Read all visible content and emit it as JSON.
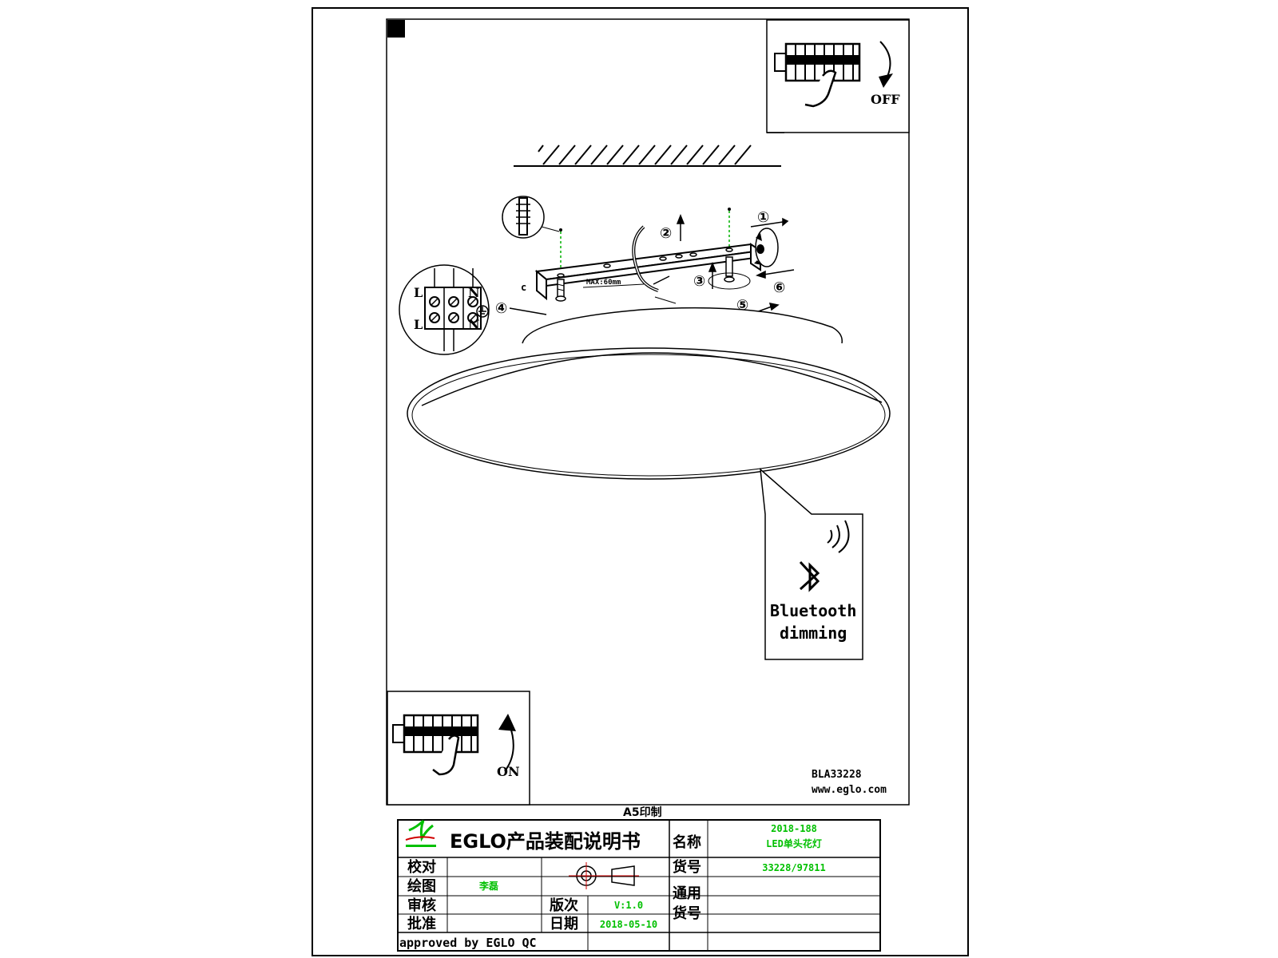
{
  "sheet": {
    "print_size": "A5印制",
    "model_code": "BLA33228",
    "website": "www.eglo.com"
  },
  "wiring": {
    "terminal_top_left": "L",
    "terminal_top_right": "N",
    "terminal_bottom_left": "L",
    "terminal_bottom_right": "N"
  },
  "steps": [
    "①",
    "②",
    "③",
    "④",
    "⑤",
    "⑥"
  ],
  "measurement": {
    "max_label": "MAX:60mm"
  },
  "breaker": {
    "off_label": "OFF",
    "on_label": "ON"
  },
  "callout": {
    "line1": "Bluetooth",
    "line2": "dimming"
  },
  "title_block": {
    "doc_title": "EGLO产品装配说明书",
    "name_label": "名称",
    "name_value_line1": "2018-188",
    "name_value_line2": "LED单头花灯",
    "item_no_label": "货号",
    "item_no_value": "33228/97811",
    "general_item_label_line1": "通用",
    "general_item_label_line2": "货号",
    "check_label": "校对",
    "drawing_label": "绘图",
    "drawing_value": "李磊",
    "review_label": "审核",
    "approve_label": "批准",
    "version_label": "版次",
    "version_value": "V:1.0",
    "date_label": "日期",
    "date_value": "2018-05-10",
    "approved_by": "approved by EGLO QC"
  },
  "colors": {
    "line": "#000000",
    "green_text": "#00c000",
    "projection_red": "#d00000",
    "guide_green": "#00b000"
  }
}
